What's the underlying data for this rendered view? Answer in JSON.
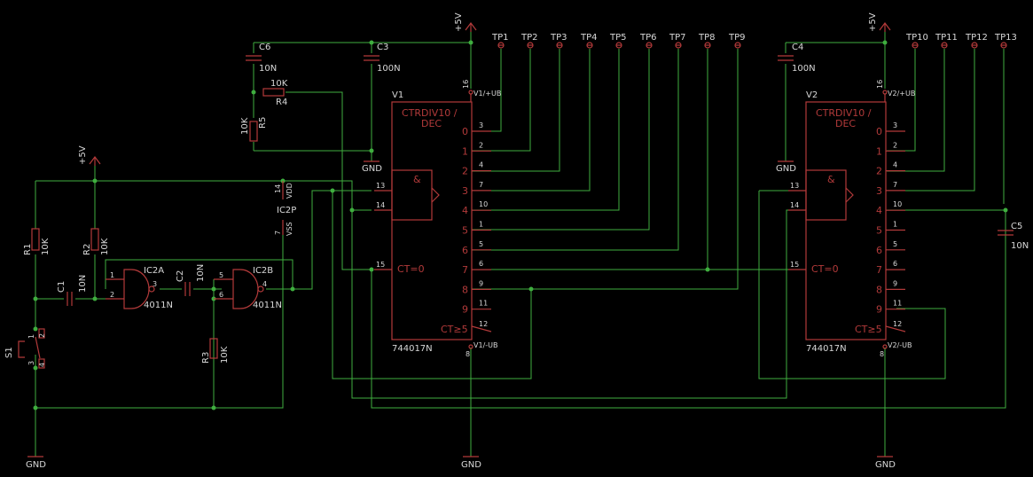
{
  "schematic": {
    "background": "#000000",
    "colors": {
      "wire": "#3fae3f",
      "part": "#b23a3a",
      "text": "#d8d8d8"
    },
    "supplies": {
      "vcc": "+5V",
      "gnd": "GND"
    },
    "resistors": [
      {
        "name": "R1",
        "value": "10K"
      },
      {
        "name": "R2",
        "value": "10K"
      },
      {
        "name": "R3",
        "value": "10K"
      },
      {
        "name": "R4",
        "value": "10K"
      },
      {
        "name": "R5",
        "value": "10K"
      }
    ],
    "capacitors": [
      {
        "name": "C1",
        "value": "10N"
      },
      {
        "name": "C2",
        "value": "10N"
      },
      {
        "name": "C3",
        "value": "100N"
      },
      {
        "name": "C4",
        "value": "100N"
      },
      {
        "name": "C5",
        "value": "10N"
      },
      {
        "name": "C6",
        "value": "10N"
      }
    ],
    "switch": {
      "name": "S1",
      "pins": [
        "1",
        "2",
        "3",
        "4"
      ]
    },
    "nand_gates": [
      {
        "name": "IC2A",
        "part": "4011N",
        "pins": [
          "1",
          "2",
          "3"
        ]
      },
      {
        "name": "IC2B",
        "part": "4011N",
        "pins": [
          "5",
          "6",
          "4"
        ]
      }
    ],
    "power_block": {
      "name": "IC2P",
      "vdd_pin": "14",
      "vdd": "VDD",
      "vss_pin": "7",
      "vss": "VSS"
    },
    "counters": [
      {
        "name": "V1",
        "part": "744017N",
        "title1": "CTRDIV10 /",
        "title2": "DEC",
        "vcc_label": "V1/+UB",
        "vcc_pin": "16",
        "gnd_label": "V1/-UB",
        "gnd_pin": "8",
        "gate": "&",
        "in_pins": [
          "13",
          "14"
        ],
        "reset_pin": "15",
        "reset_label": "CT=0",
        "carry_label": "CT≥5",
        "carry_pin": "12",
        "outputs": [
          "0",
          "1",
          "2",
          "3",
          "4",
          "5",
          "6",
          "7",
          "8",
          "9"
        ],
        "output_pins": [
          "3",
          "2",
          "4",
          "7",
          "10",
          "1",
          "5",
          "6",
          "9",
          "11"
        ]
      },
      {
        "name": "V2",
        "part": "744017N",
        "title1": "CTRDIV10 /",
        "title2": "DEC",
        "vcc_label": "V2/+UB",
        "vcc_pin": "16",
        "gnd_label": "V2/-UB",
        "gnd_pin": "8",
        "gate": "&",
        "in_pins": [
          "13",
          "14"
        ],
        "reset_pin": "15",
        "reset_label": "CT=0",
        "carry_label": "CT≥5",
        "carry_pin": "12",
        "outputs": [
          "0",
          "1",
          "2",
          "3",
          "4",
          "5",
          "6",
          "7",
          "8",
          "9"
        ],
        "output_pins": [
          "3",
          "2",
          "4",
          "7",
          "10",
          "1",
          "5",
          "6",
          "9",
          "11"
        ]
      }
    ],
    "test_points": [
      "TP1",
      "TP2",
      "TP3",
      "TP4",
      "TP5",
      "TP6",
      "TP7",
      "TP8",
      "TP9",
      "TP10",
      "TP11",
      "TP12",
      "TP13"
    ]
  }
}
